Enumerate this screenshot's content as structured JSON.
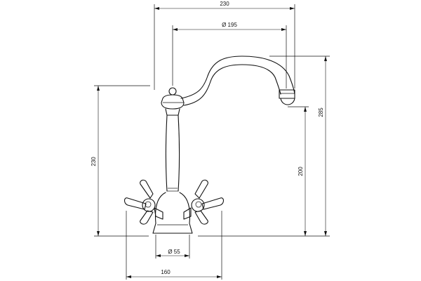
{
  "dimensions": {
    "overall_width": "230",
    "spout_reach": "Ø 195",
    "spout_height": "285",
    "outlet_height": "200",
    "body_height": "230",
    "base_diameter": "Ø 55",
    "handle_span": "160"
  }
}
